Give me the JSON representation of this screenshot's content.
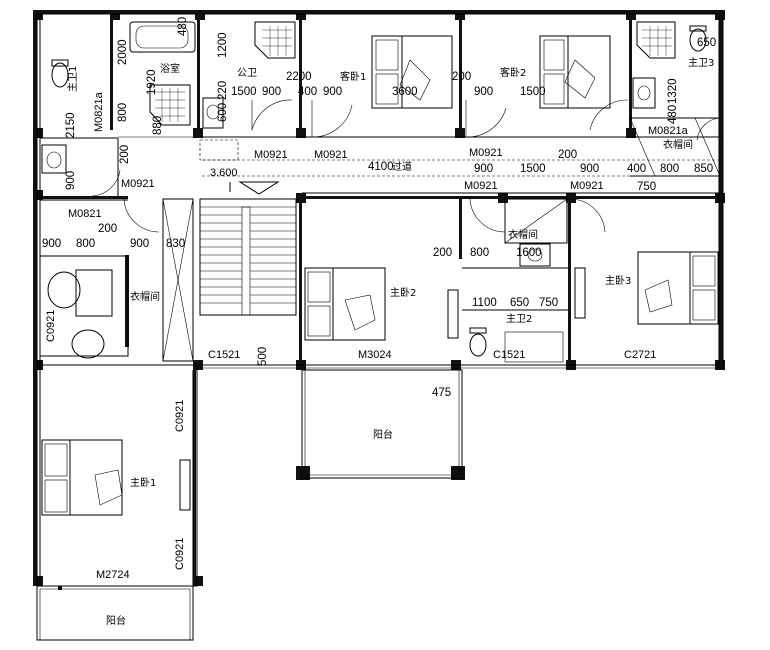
{
  "rooms": {
    "bath_main1": "主卫1",
    "bath": "浴室",
    "public_wc": "公卫",
    "guest1": "客卧1",
    "guest2": "客卧2",
    "bath_main3": "主卫3",
    "closet_left": "衣帽间",
    "closet_right": "衣帽间",
    "corridor": "过道",
    "closet_mid": "衣帽间",
    "master2": "主卧2",
    "master3": "主卧3",
    "bath_main2": "主卫2",
    "balcony_mid": "阳台",
    "master1": "主卧1",
    "balcony_bottom": "阳台"
  },
  "doors": {
    "m0821a_left": "M0821a",
    "m0921_a": "M0921",
    "m0921_b": "M0921",
    "m0921_c": "M0921",
    "m0921_d": "M0921",
    "m0921_e": "M0921",
    "m0921_f": "M0921",
    "m0821": "M0821",
    "m0821a_right": "M0821a",
    "m3024": "M3024",
    "m2724": "M2724"
  },
  "windows": {
    "c1521_left": "C1521",
    "c1521_right": "C1521",
    "c2721": "C2721",
    "c0921_a": "C0921",
    "c0921_b": "C0921",
    "c0921_c": "C0921"
  },
  "level": "3.600",
  "dims": {
    "d_2000": "2000",
    "d_1920": "1920",
    "d_800": "800",
    "d_2150": "2150",
    "d_900_v": "900",
    "d_200_v": "200",
    "d_1200": "1200",
    "d_1500a": "1500",
    "d_900a": "900",
    "d_220": "220",
    "d_2200": "2200",
    "d_400": "400",
    "d_900b": "900",
    "d_3600": "3600",
    "d_200b": "200",
    "d_900c": "900",
    "d_1500b": "1500",
    "d_1320": "1320",
    "d_650": "650",
    "d_4100": "4100",
    "d_900d": "900",
    "d_1500c": "1500",
    "d_200c": "200",
    "d_900e": "900",
    "d_400b": "400",
    "d_800b": "800",
    "d_850": "850",
    "d_750": "750",
    "d_200d": "200",
    "d_900f": "900",
    "d_800c": "800",
    "d_900g": "900",
    "d_830": "830",
    "d_200e": "200",
    "d_800d": "800",
    "d_1600": "1600",
    "d_1100": "1100",
    "d_650b": "650",
    "d_750b": "750",
    "d_500": "500",
    "d_475": "475",
    "d_480a": "480",
    "d_480b": "480",
    "d_880": "880",
    "d_600": "600"
  }
}
